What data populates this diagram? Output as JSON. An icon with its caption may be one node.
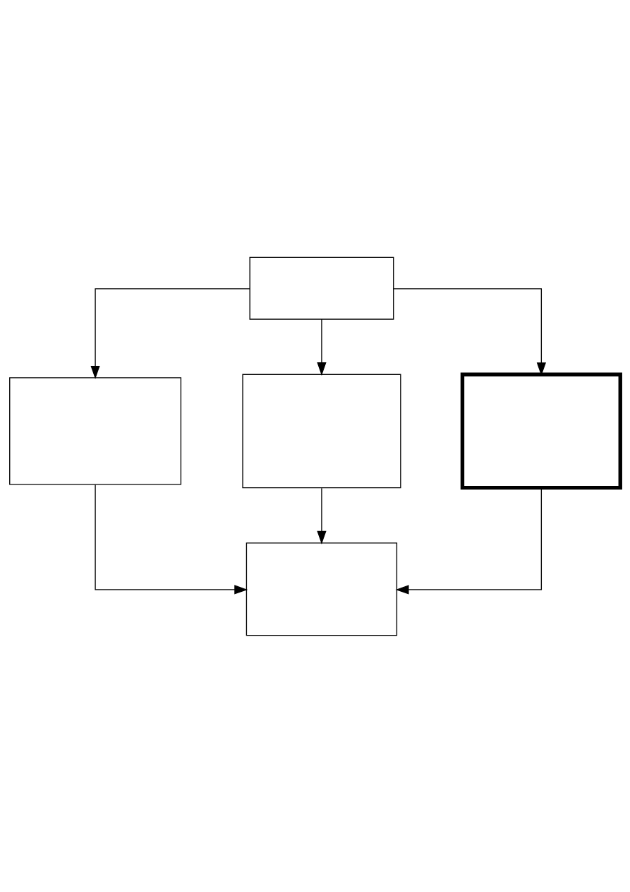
{
  "diagram": {
    "nodes": [
      {
        "text": [],
        "shape": "box"
      },
      {
        "text": [],
        "shape": "box"
      },
      {
        "text": [],
        "shape": "box"
      },
      {
        "text": [],
        "shape": "box"
      },
      {
        "text": [],
        "shape": "box"
      }
    ],
    "edges": [
      {
        "from": 0,
        "to": 1,
        "arrow": "to"
      },
      {
        "from": 0,
        "to": 2,
        "arrow": "to"
      },
      {
        "from": 0,
        "to": 3,
        "arrow": "to"
      },
      {
        "from": 1,
        "to": 4,
        "arrow": "to"
      },
      {
        "from": 2,
        "to": 4,
        "arrow": "to"
      },
      {
        "from": 3,
        "to": 4,
        "arrow": "to"
      }
    ]
  }
}
